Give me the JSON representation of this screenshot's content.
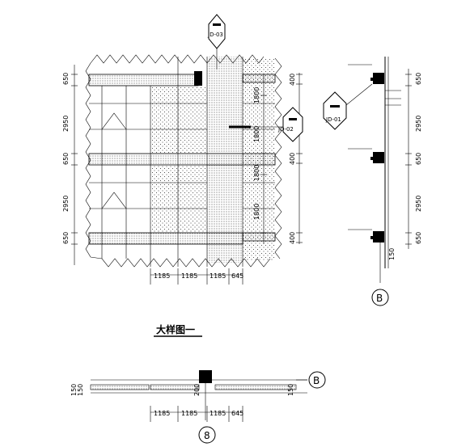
{
  "elevation": {
    "tags": {
      "top": "JD-03",
      "right": "JD-02"
    },
    "left_dims": [
      "650",
      "2950",
      "650",
      "2950",
      "650"
    ],
    "inner_dims": [
      "400",
      "1800",
      "1800",
      "400",
      "1800",
      "1800",
      "400"
    ],
    "bottom_dims": [
      "1185",
      "1185",
      "1185",
      "645"
    ]
  },
  "section": {
    "tag": "JD-01",
    "right_dims": [
      "650",
      "2950",
      "650",
      "2950",
      "650"
    ],
    "small_dims": [
      "150"
    ],
    "axis_label": "B"
  },
  "detail": {
    "title": "大样图一",
    "bottom_dims": [
      "1185",
      "1185",
      "1185",
      "645"
    ],
    "left_dims": [
      "150",
      "150"
    ],
    "right_dims": [
      "150",
      "200"
    ],
    "axis_right": "B",
    "axis_bottom": "8"
  }
}
